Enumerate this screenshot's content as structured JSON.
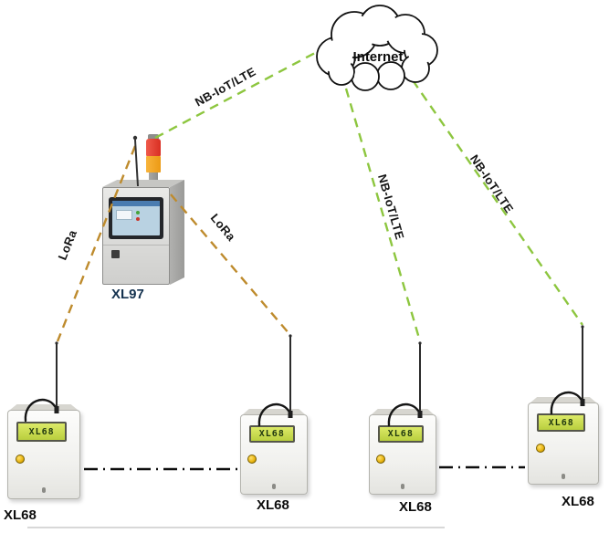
{
  "diagram": {
    "internet": {
      "label": "Internet"
    },
    "gateway": {
      "label": "XL97"
    },
    "devices": [
      {
        "label": "XL68",
        "lcd": "XL68"
      },
      {
        "label": "XL68",
        "lcd": "XL68"
      },
      {
        "label": "XL68",
        "lcd": "XL68"
      },
      {
        "label": "XL68",
        "lcd": "XL68"
      }
    ],
    "links": {
      "nb": "NB-IoT/LTE",
      "lora": "LoRa"
    },
    "colors": {
      "nb_line": "#8DC63F",
      "lora_line": "#BE8B2D",
      "bus_line": "#0D0D0D"
    }
  }
}
